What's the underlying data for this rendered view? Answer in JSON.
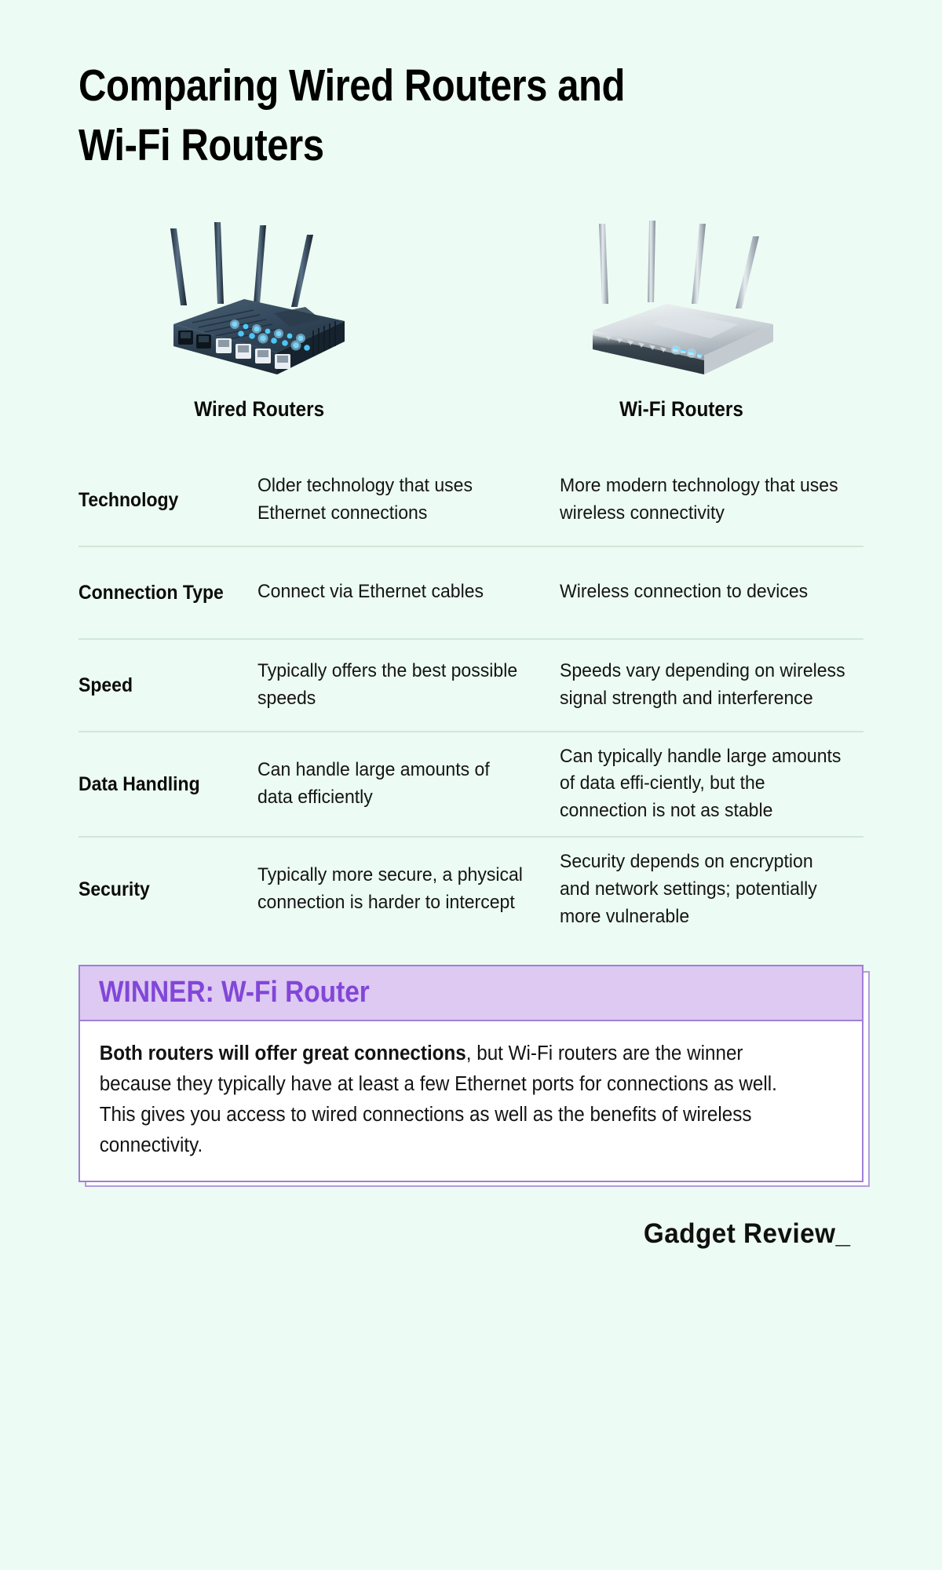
{
  "header": {
    "title": "Comparing Wired Routers and\nWi-Fi Routers"
  },
  "columns": {
    "wired_label": "Wired Routers",
    "wifi_label": "Wi-Fi Routers",
    "wired_image_alt": "wired-router-image",
    "wifi_image_alt": "wifi-router-image"
  },
  "comparison_rows": [
    {
      "label": "Technology",
      "wired": "Older technology that uses Ethernet connections",
      "wifi": "More modern technology that uses wireless connectivity"
    },
    {
      "label": "Connection Type",
      "wired": "Connect via Ethernet cables",
      "wifi": "Wireless connection to devices"
    },
    {
      "label": "Speed",
      "wired": "Typically offers the best possible speeds",
      "wifi": "Speeds vary depending on wireless signal strength and interference"
    },
    {
      "label": "Data Handling",
      "wired": "Can handle large amounts of data efficiently",
      "wifi": "Can typically handle large amounts of data effi-ciently, but the connection is not as stable"
    },
    {
      "label": "Security",
      "wired": "Typically more secure, a physical connection is harder to intercept",
      "wifi": "Security depends on encryption and network settings; potentially more vulnerable"
    }
  ],
  "winner": {
    "banner_title": "WINNER: W-Fi Router",
    "body_bold": "Both routers will offer great connections",
    "body_rest": ", but Wi-Fi routers are the winner because they typically have at least a few Ethernet ports for connections as well. This gives you access to wired connections as well as the benefits of wireless connectivity."
  },
  "footer": {
    "logo": "Gadget Review_"
  },
  "colors": {
    "background": "#ecfbf3",
    "divider": "#cfe8da",
    "winner_accent": "#8246d8",
    "winner_banner_bg": "#ddc9f2",
    "winner_border": "#a07fd6",
    "text": "#131313"
  }
}
